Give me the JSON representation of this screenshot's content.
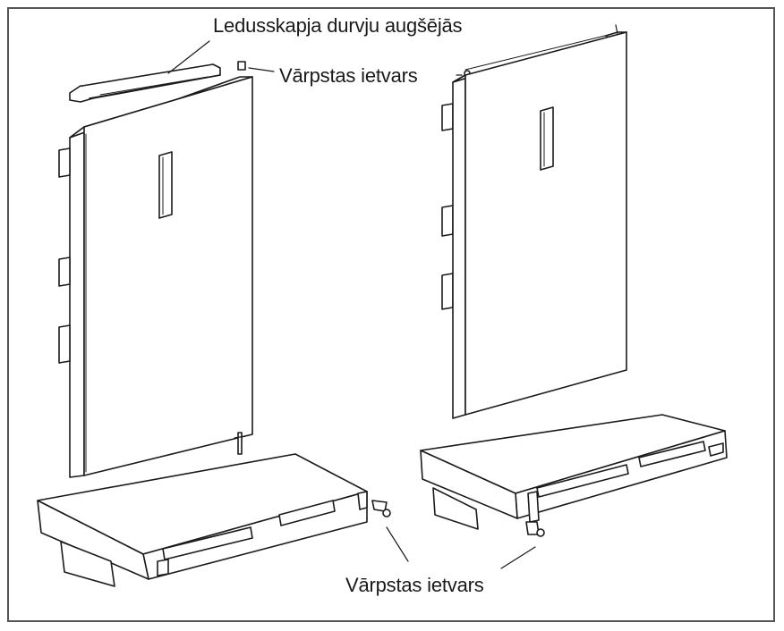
{
  "labels": {
    "freezer_door_top": "Ledusskapja durvju augšējās",
    "pin_insert_top": "Vārpstas ietvars",
    "pin_insert_bottom": "Vārpstas ietvars"
  },
  "colors": {
    "stroke": "#1a1a1a",
    "panel_fill": "#ffffff",
    "frame": "#555555"
  }
}
